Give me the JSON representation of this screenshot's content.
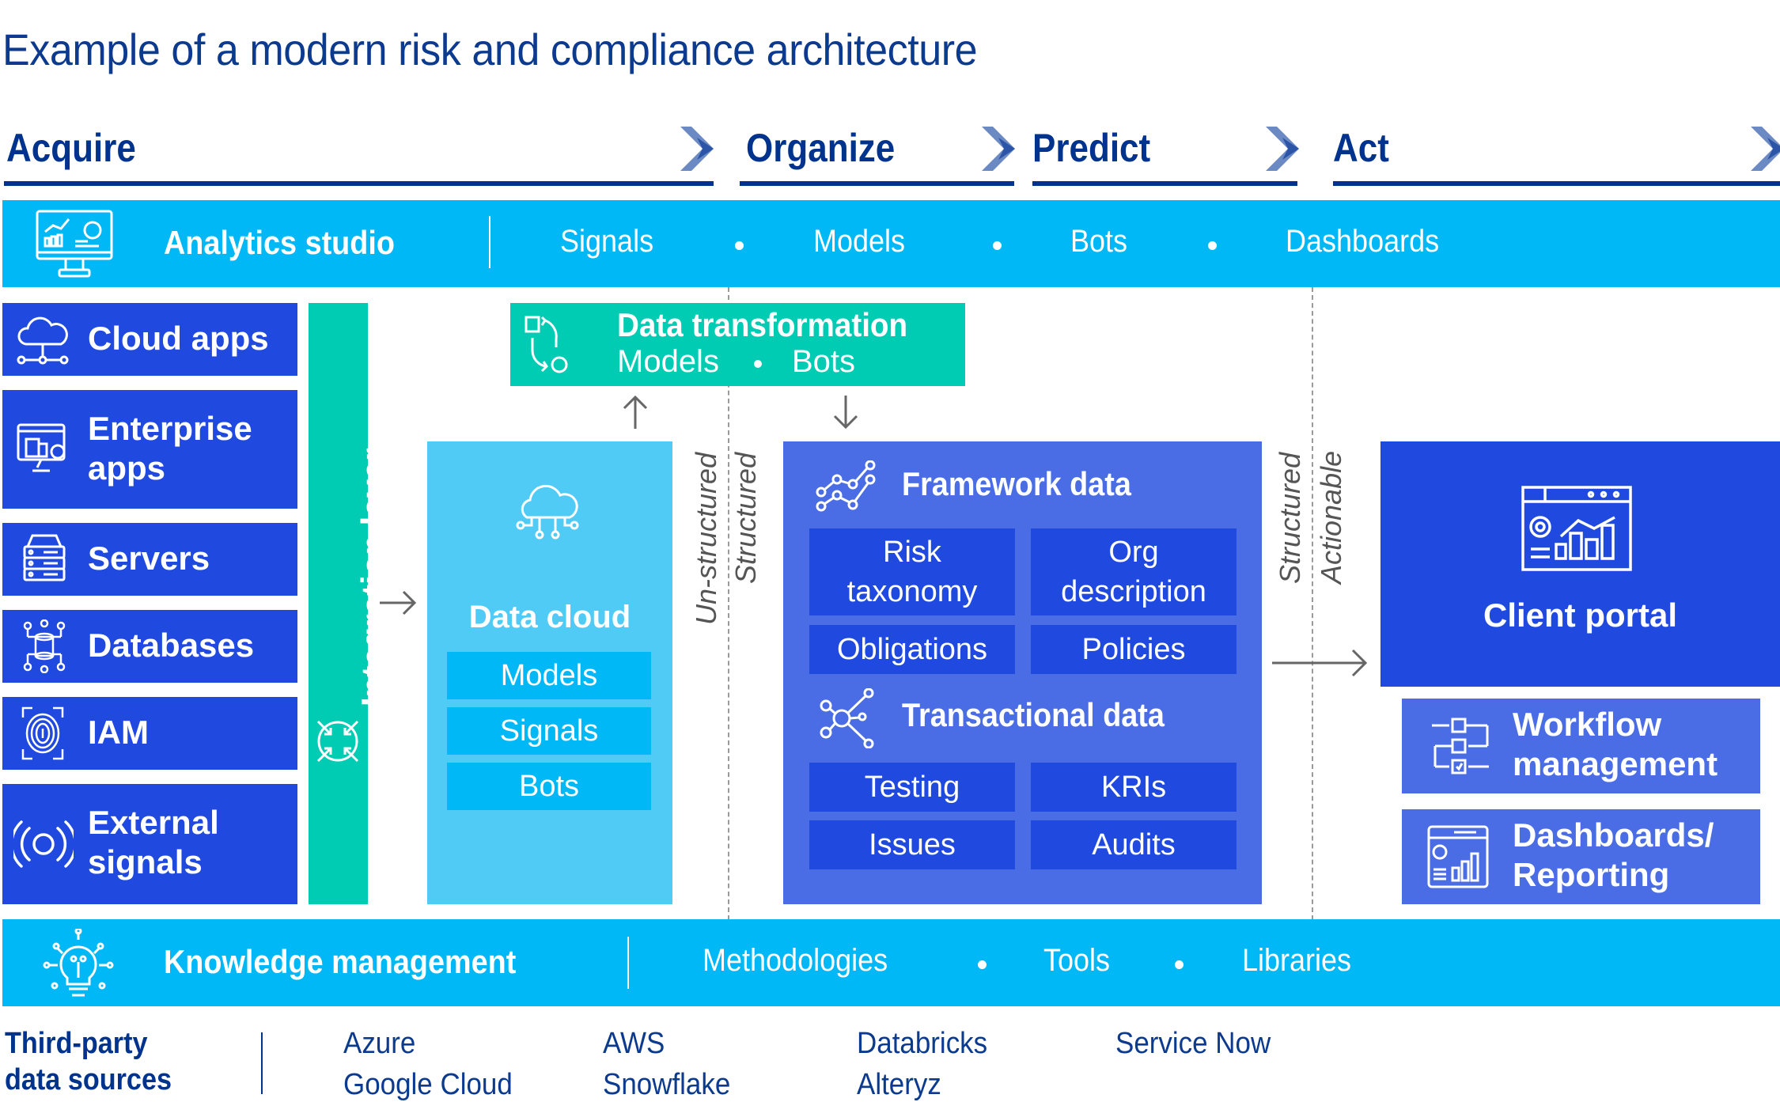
{
  "title": "Example of a modern risk and compliance architecture",
  "phases": [
    {
      "label": "Acquire"
    },
    {
      "label": "Organize"
    },
    {
      "label": "Predict"
    },
    {
      "label": "Act"
    }
  ],
  "analytics_studio": {
    "title": "Analytics studio",
    "icon": "monitor-analytics-icon",
    "items": [
      "Signals",
      "Models",
      "Bots",
      "Dashboards"
    ]
  },
  "sources": [
    {
      "label_line1": "Cloud apps",
      "label_line2": "",
      "icon": "cloud-network-icon"
    },
    {
      "label_line1": "Enterprise",
      "label_line2": "apps",
      "icon": "enterprise-app-icon"
    },
    {
      "label_line1": "Servers",
      "label_line2": "",
      "icon": "server-icon"
    },
    {
      "label_line1": "Databases",
      "label_line2": "",
      "icon": "database-network-icon"
    },
    {
      "label_line1": "IAM",
      "label_line2": "",
      "icon": "fingerprint-icon"
    },
    {
      "label_line1": "External",
      "label_line2": "signals",
      "icon": "broadcast-signal-icon"
    }
  ],
  "integration_layer": {
    "label": "Integration layer",
    "icon": "converge-arrows-icon"
  },
  "data_transformation": {
    "title": "Data transformation",
    "items": [
      "Models",
      "Bots"
    ],
    "icon": "transform-cycle-icon"
  },
  "data_cloud": {
    "title": "Data cloud",
    "icon": "cloud-network-icon",
    "items": [
      "Models",
      "Signals",
      "Bots"
    ]
  },
  "divider_labels": {
    "left_a": "Un-structured",
    "left_b": "Structured",
    "right_a": "Structured",
    "right_b": "Actionable"
  },
  "framework_data": {
    "title": "Framework data",
    "icon": "line-chart-icon",
    "cells": [
      {
        "line1": "Risk",
        "line2": "taxonomy"
      },
      {
        "line1": "Org",
        "line2": "description"
      },
      {
        "line1": "Obligations",
        "line2": ""
      },
      {
        "line1": "Policies",
        "line2": ""
      }
    ]
  },
  "transactional_data": {
    "title": "Transactional data",
    "icon": "network-nodes-icon",
    "cells": [
      "Testing",
      "KRIs",
      "Issues",
      "Audits"
    ]
  },
  "client_portal": {
    "title": "Client portal",
    "icon": "portal-dashboard-icon"
  },
  "workflow": {
    "line1": "Workflow",
    "line2": "management",
    "icon": "workflow-icon"
  },
  "reporting": {
    "line1": "Dashboards/",
    "line2": "Reporting",
    "icon": "report-dashboard-icon"
  },
  "knowledge_management": {
    "title": "Knowledge management",
    "icon": "lightbulb-network-icon",
    "items": [
      "Methodologies",
      "Tools",
      "Libraries"
    ]
  },
  "third_party": {
    "label_line1": "Third-party",
    "label_line2": "data sources",
    "columns": [
      [
        "Azure",
        "Google Cloud"
      ],
      [
        "AWS",
        "Snowflake"
      ],
      [
        "Databricks",
        "Alteryz"
      ],
      [
        "Service Now"
      ]
    ]
  },
  "colors": {
    "navy": "#00338D",
    "cyan_bar": "#00B8F5",
    "teal": "#00CCB4",
    "light_cyan": "#4FCBF5",
    "royal_blue": "#2049E0",
    "mid_blue": "#4A6DE5"
  }
}
